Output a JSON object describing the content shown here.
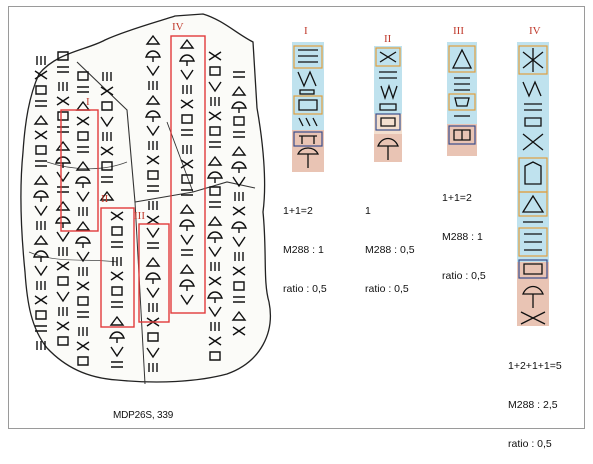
{
  "source_label": "MDP26S, 339",
  "tablet": {
    "box_labels": [
      "I",
      "II",
      "III",
      "IV"
    ],
    "box_color": "#e23b3b"
  },
  "columns": [
    {
      "label": "I",
      "lines": [
        "1+1=2",
        "M288 : 1",
        "ratio : 0,5"
      ]
    },
    {
      "label": "II",
      "lines": [
        "1",
        "M288 : 0,5",
        "ratio : 0,5"
      ]
    },
    {
      "label": "III",
      "lines": [
        "1+1=2",
        "M288 : 1",
        "ratio : 0,5"
      ]
    },
    {
      "label": "IV",
      "lines": [
        "1+2+1+1=5",
        "M288 : 2,5",
        "ratio : 0,5"
      ]
    }
  ],
  "colors": {
    "label_red": "#c0392b",
    "highlight_blue": "#bfe2ee",
    "highlight_peach": "#e9c4b4",
    "sign_box_orange": "#e0a040",
    "sign_box_blue": "#3a4e8c"
  }
}
